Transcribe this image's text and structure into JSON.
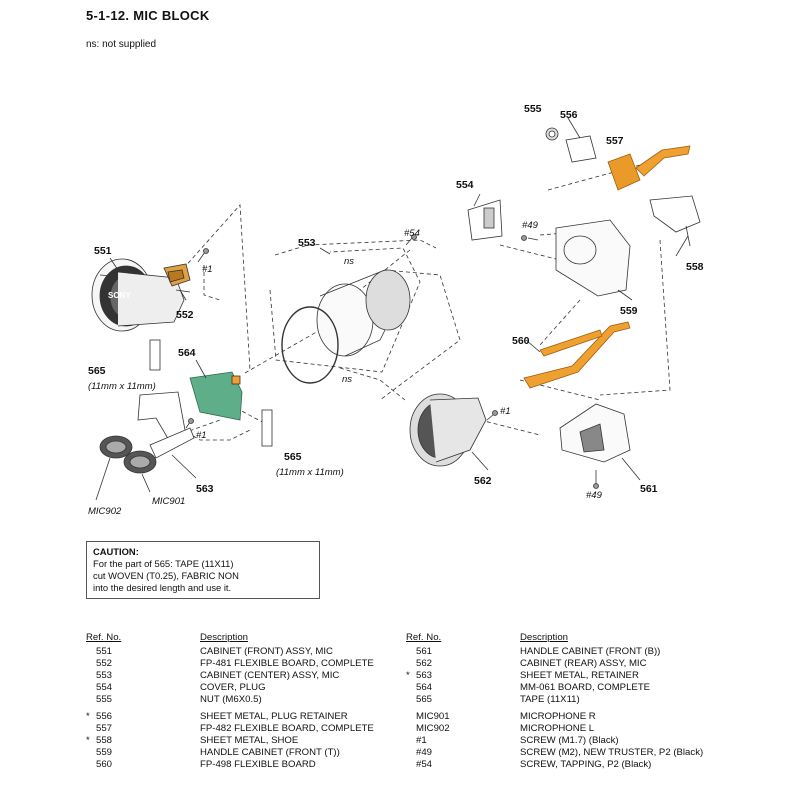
{
  "title": "5-1-12. MIC  BLOCK",
  "note": "ns: not supplied",
  "callouts": {
    "p551": "551",
    "p552": "552",
    "p553": "553",
    "p554": "554",
    "p555": "555",
    "p556": "556",
    "p557": "557",
    "p558": "558",
    "p559": "559",
    "p560": "560",
    "p561": "561",
    "p562": "562",
    "p563": "563",
    "p564": "564",
    "p565a": "565",
    "p565a_size": "(11mm x 11mm)",
    "p565b": "565",
    "p565b_size": "(11mm x 11mm)",
    "mic901": "MIC901",
    "mic902": "MIC902",
    "s1a": "#1",
    "s1b": "#1",
    "s1c": "#1",
    "s49a": "#49",
    "s49b": "#49",
    "s54": "#54",
    "ns1": "ns",
    "ns2": "ns",
    "logo_text": "SONY"
  },
  "caution": {
    "title": "CAUTION:",
    "lines": [
      "For the part of 565: TAPE (11X11)",
      "cut WOVEN (T0.25), FABRIC NON",
      "into the desired length and use it."
    ]
  },
  "parts_table": {
    "headers": {
      "ref": "Ref. No.",
      "desc": "Description"
    },
    "left": [
      {
        "mark": "",
        "ref": "551",
        "desc": "CABINET (FRONT) ASSY, MIC"
      },
      {
        "mark": "",
        "ref": "552",
        "desc": "FP-481 FLEXIBLE BOARD, COMPLETE"
      },
      {
        "mark": "",
        "ref": "553",
        "desc": "CABINET (CENTER) ASSY, MIC"
      },
      {
        "mark": "",
        "ref": "554",
        "desc": "COVER, PLUG"
      },
      {
        "mark": "",
        "ref": "555",
        "desc": "NUT (M6X0.5)"
      },
      {
        "mark": "*",
        "ref": "556",
        "desc": "SHEET METAL, PLUG RETAINER"
      },
      {
        "mark": "",
        "ref": "557",
        "desc": "FP-482 FLEXIBLE BOARD, COMPLETE"
      },
      {
        "mark": "*",
        "ref": "558",
        "desc": "SHEET METAL, SHOE"
      },
      {
        "mark": "",
        "ref": "559",
        "desc": "HANDLE CABINET (FRONT (T))"
      },
      {
        "mark": "",
        "ref": "560",
        "desc": "FP-498 FLEXIBLE BOARD"
      }
    ],
    "right": [
      {
        "mark": "",
        "ref": "561",
        "desc": "HANDLE CABINET (FRONT (B))"
      },
      {
        "mark": "",
        "ref": "562",
        "desc": "CABINET (REAR) ASSY, MIC"
      },
      {
        "mark": "*",
        "ref": "563",
        "desc": "SHEET METAL, RETAINER"
      },
      {
        "mark": "",
        "ref": "564",
        "desc": "MM-061 BOARD, COMPLETE"
      },
      {
        "mark": "",
        "ref": "565",
        "desc": "TAPE (11X11)"
      },
      {
        "mark": "",
        "ref": "MIC901",
        "desc": "MICROPHONE R"
      },
      {
        "mark": "",
        "ref": "MIC902",
        "desc": "MICROPHONE L"
      },
      {
        "mark": "",
        "ref": "#1",
        "desc": "SCREW (M1.7) (Black)"
      },
      {
        "mark": "",
        "ref": "#49",
        "desc": "SCREW (M2), NEW TRUSTER, P2 (Black)"
      },
      {
        "mark": "",
        "ref": "#54",
        "desc": "SCREW, TAPPING, P2 (Black)"
      }
    ]
  },
  "colors": {
    "flex_board": "#f0a030",
    "pcb": "#5fae8a",
    "line": "#333333"
  }
}
